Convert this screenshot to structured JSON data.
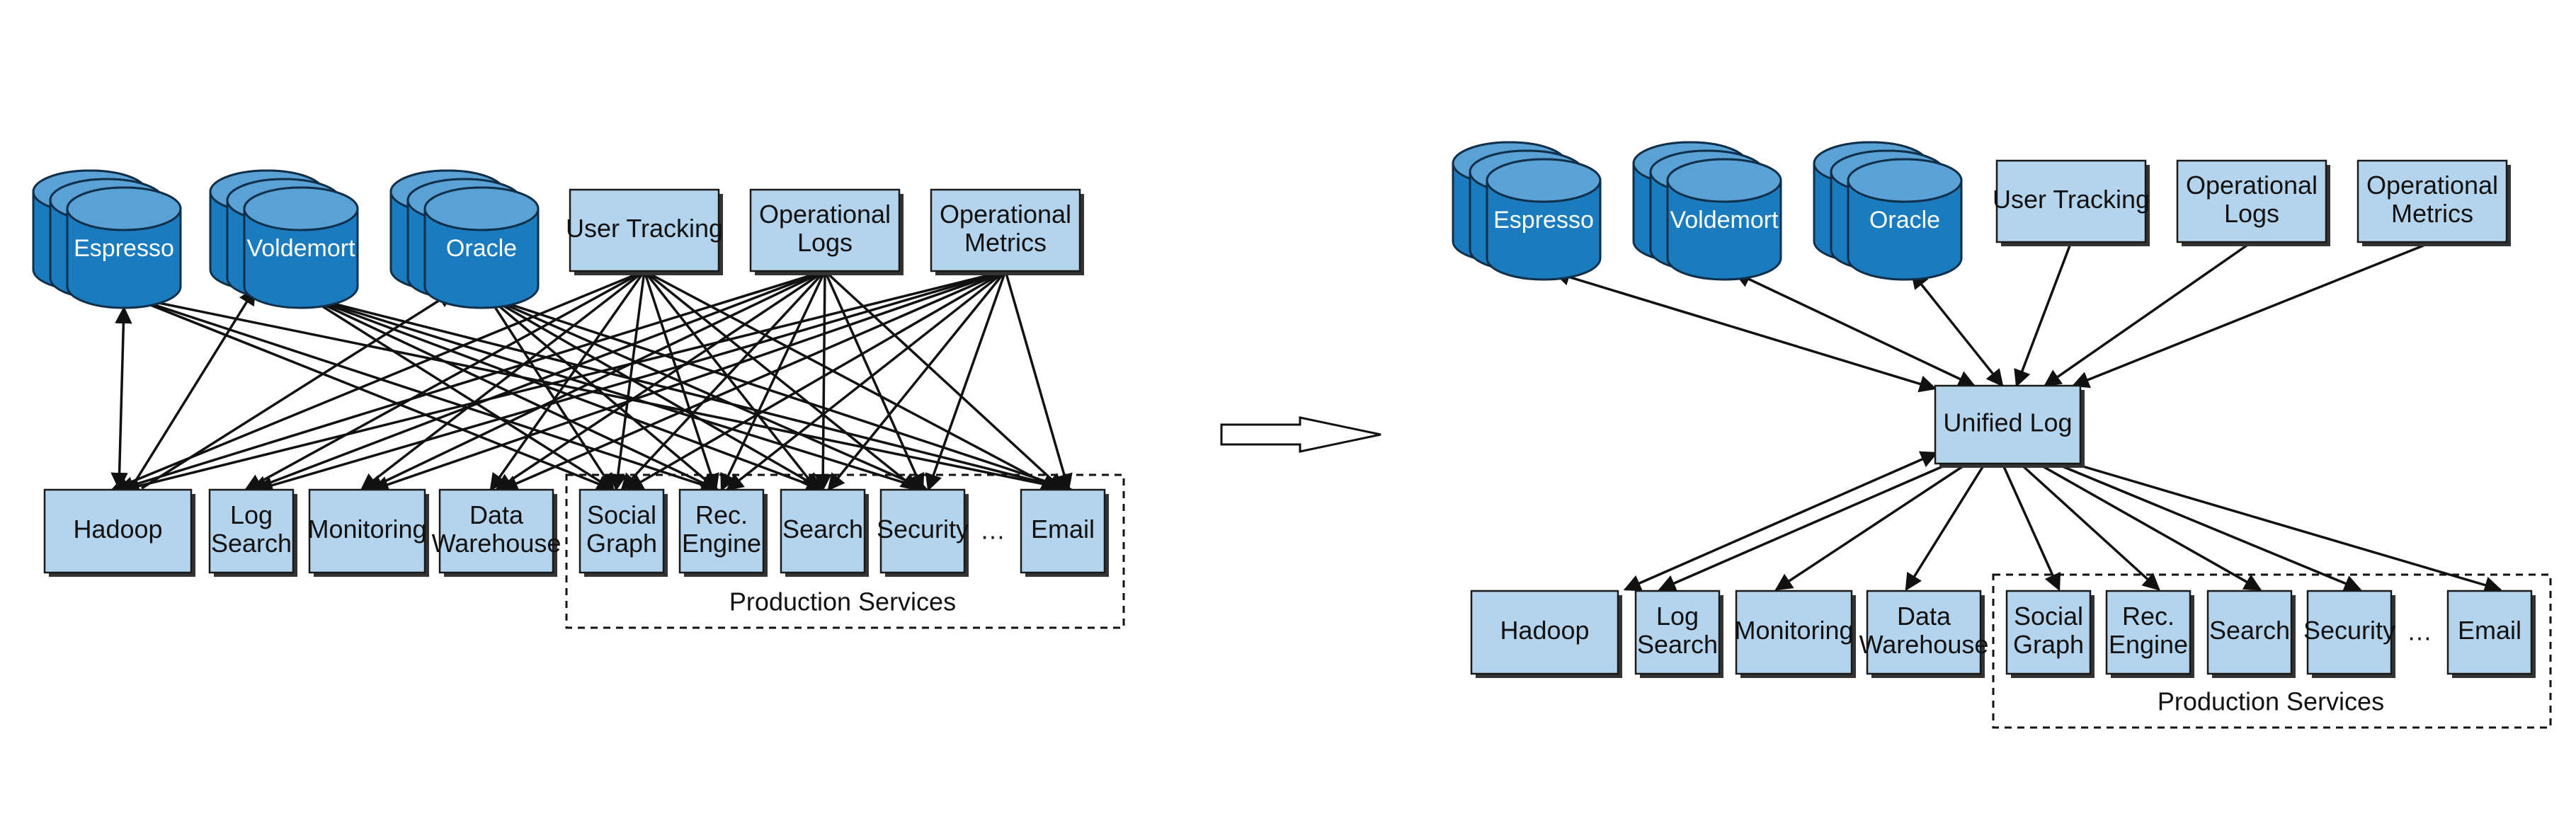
{
  "left_panel": {
    "databases": [
      "Espresso",
      "Voldemort",
      "Oracle"
    ],
    "sources": [
      {
        "line1": "User Tracking",
        "line2": ""
      },
      {
        "line1": "Operational",
        "line2": "Logs"
      },
      {
        "line1": "Operational",
        "line2": "Metrics"
      }
    ],
    "consumers": [
      {
        "line1": "Hadoop",
        "line2": ""
      },
      {
        "line1": "Log",
        "line2": "Search"
      },
      {
        "line1": "Monitoring",
        "line2": ""
      },
      {
        "line1": "Data",
        "line2": "Warehouse"
      }
    ],
    "services": [
      {
        "line1": "Social",
        "line2": "Graph"
      },
      {
        "line1": "Rec.",
        "line2": "Engine"
      },
      {
        "line1": "Search",
        "line2": ""
      },
      {
        "line1": "Security",
        "line2": ""
      },
      {
        "line1": "Email",
        "line2": ""
      }
    ],
    "ellipsis": "…",
    "group_label": "Production Services"
  },
  "right_panel": {
    "databases": [
      "Espresso",
      "Voldemort",
      "Oracle"
    ],
    "sources": [
      {
        "line1": "User Tracking",
        "line2": ""
      },
      {
        "line1": "Operational",
        "line2": "Logs"
      },
      {
        "line1": "Operational",
        "line2": "Metrics"
      }
    ],
    "hub": "Unified Log",
    "consumers": [
      {
        "line1": "Hadoop",
        "line2": ""
      },
      {
        "line1": "Log",
        "line2": "Search"
      },
      {
        "line1": "Monitoring",
        "line2": ""
      },
      {
        "line1": "Data",
        "line2": "Warehouse"
      }
    ],
    "services": [
      {
        "line1": "Social",
        "line2": "Graph"
      },
      {
        "line1": "Rec.",
        "line2": "Engine"
      },
      {
        "line1": "Search",
        "line2": ""
      },
      {
        "line1": "Security",
        "line2": ""
      },
      {
        "line1": "Email",
        "line2": ""
      }
    ],
    "ellipsis": "…",
    "group_label": "Production Services"
  },
  "colors": {
    "box_fill": "#b3d4ec",
    "database_fill": "#1a7bbf",
    "database_top": "#5aa2d6"
  }
}
